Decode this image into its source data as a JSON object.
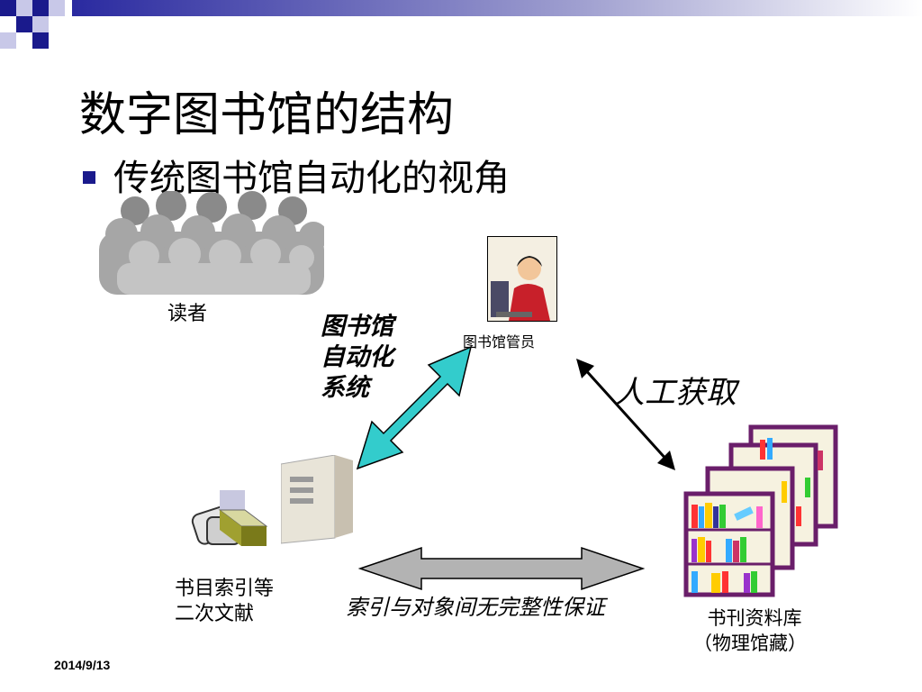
{
  "slide": {
    "title": "数字图书馆的结构",
    "bullet": "传统图书馆自动化的视角",
    "date": "2014/9/13"
  },
  "nodes": {
    "readers": "读者",
    "librarian": "图书馆管员",
    "catalog": [
      "书目索引等",
      "二次文献"
    ],
    "collection": [
      "书刊资料库",
      "（物理馆藏）"
    ]
  },
  "edges": {
    "automation": [
      "图书馆",
      "自动化",
      "系统"
    ],
    "manual": "人工获取",
    "integrity": "索引与对象间无完整性保证"
  },
  "colors": {
    "accent": "#1a1a8c",
    "cyan_arrow": "#33cccc",
    "gray_arrow": "#b3b3b3"
  }
}
